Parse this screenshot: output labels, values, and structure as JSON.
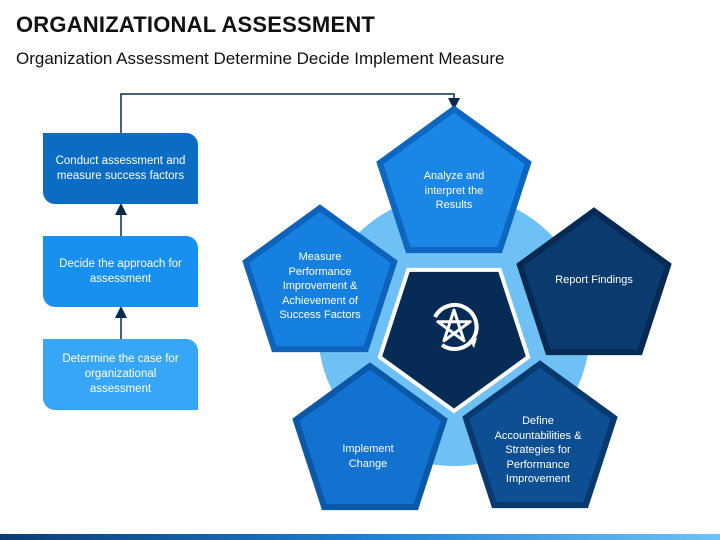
{
  "title": "ORGANIZATIONAL ASSESSMENT",
  "subtitle": "Organization Assessment Determine Decide Implement Measure",
  "steps": [
    {
      "label": "Conduct assessment and measure success factors",
      "color": "#0b6cc4"
    },
    {
      "label": "Decide the approach for assessment",
      "color": "#1890f0"
    },
    {
      "label": "Determine the case for organizational assessment",
      "color": "#38a6f7"
    }
  ],
  "pentagons": [
    {
      "label": "Analyze and interpret the Results",
      "fill": "#1a86e6",
      "stroke": "#0d66bf"
    },
    {
      "label": "Report Findings",
      "fill": "#0b3a6e",
      "stroke": "#072a52"
    },
    {
      "label": "Define Accountabilities & Strategies for Performance Improvement",
      "fill": "#0d4f92",
      "stroke": "#083a70"
    },
    {
      "label": "Implement Change",
      "fill": "#1272d0",
      "stroke": "#0c58a8"
    },
    {
      "label": "Measure Performance Improvement & Achievement of Success Factors",
      "fill": "#1680e0",
      "stroke": "#0d62bb"
    }
  ],
  "center": {
    "icon": "pentagram-cycle-icon",
    "fill": "#062b55"
  },
  "colors": {
    "circle": "#6ec0f5",
    "arrows": "#0a2a4a"
  }
}
